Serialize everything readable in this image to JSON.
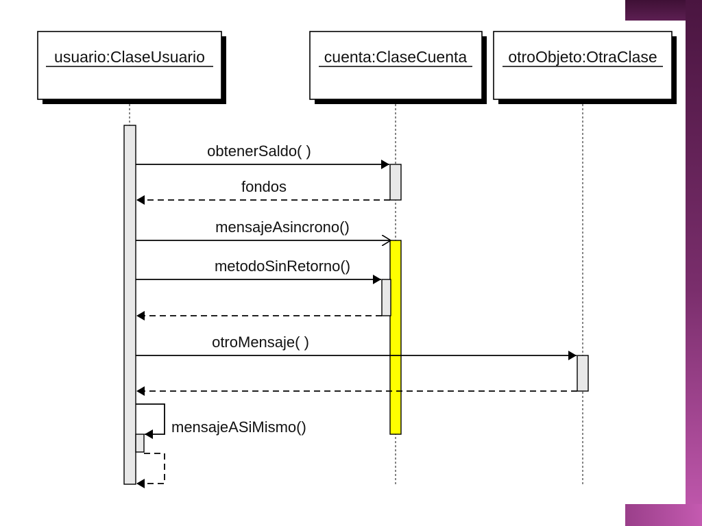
{
  "objects": [
    {
      "id": "usuario",
      "name": "usuario:ClaseUsuario"
    },
    {
      "id": "cuenta",
      "name": "cuenta:ClaseCuenta"
    },
    {
      "id": "otro",
      "name": "otroObjeto:OtraClase"
    }
  ],
  "messages": [
    {
      "id": "obtener-saldo",
      "label": "obtenerSaldo( )"
    },
    {
      "id": "fondos",
      "label": "fondos"
    },
    {
      "id": "mensaje-asincrono",
      "label": "mensajeAsincrono()"
    },
    {
      "id": "metodo-sin-retorno",
      "label": "metodoSinRetorno()"
    },
    {
      "id": "otro-mensaje",
      "label": "otroMensaje( )"
    },
    {
      "id": "mensaje-a-si-mismo",
      "label": "mensajeASiMismo()"
    }
  ],
  "colors": {
    "async_activation": "#ffff00",
    "activation": "#e8e8e8",
    "frame_dark": "#4a1540",
    "frame_light": "#c45ab0"
  }
}
